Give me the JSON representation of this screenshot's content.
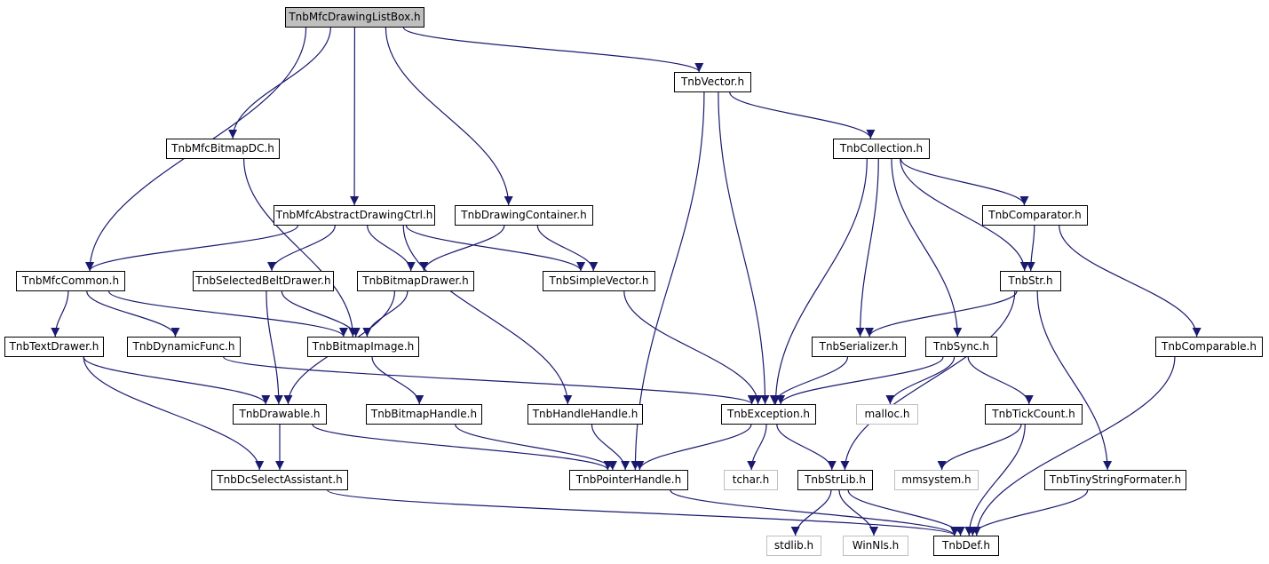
{
  "diagram": {
    "colors": {
      "edge": "#191970",
      "root_fill": "#bfbfbf",
      "external_border": "#bfbfbf",
      "node_border": "#000000"
    },
    "nodes": [
      {
        "id": "root",
        "label": "TnbMfcDrawingListBox.h",
        "kind": "root"
      },
      {
        "id": "vector",
        "label": "TnbVector.h",
        "kind": "file"
      },
      {
        "id": "bitmapdc",
        "label": "TnbMfcBitmapDC.h",
        "kind": "file"
      },
      {
        "id": "collection",
        "label": "TnbCollection.h",
        "kind": "file"
      },
      {
        "id": "abstractctrl",
        "label": "TnbMfcAbstractDrawingCtrl.h",
        "kind": "file"
      },
      {
        "id": "container",
        "label": "TnbDrawingContainer.h",
        "kind": "file"
      },
      {
        "id": "comparator",
        "label": "TnbComparator.h",
        "kind": "file"
      },
      {
        "id": "mfccommon",
        "label": "TnbMfcCommon.h",
        "kind": "file"
      },
      {
        "id": "beltdrawer",
        "label": "TnbSelectedBeltDrawer.h",
        "kind": "file"
      },
      {
        "id": "bitmapdrawer",
        "label": "TnbBitmapDrawer.h",
        "kind": "file"
      },
      {
        "id": "simplevector",
        "label": "TnbSimpleVector.h",
        "kind": "file"
      },
      {
        "id": "str",
        "label": "TnbStr.h",
        "kind": "file"
      },
      {
        "id": "textdrawer",
        "label": "TnbTextDrawer.h",
        "kind": "file"
      },
      {
        "id": "dynfunc",
        "label": "TnbDynamicFunc.h",
        "kind": "file"
      },
      {
        "id": "bitmapimage",
        "label": "TnbBitmapImage.h",
        "kind": "file"
      },
      {
        "id": "serializer",
        "label": "TnbSerializer.h",
        "kind": "file"
      },
      {
        "id": "sync",
        "label": "TnbSync.h",
        "kind": "file"
      },
      {
        "id": "comparable",
        "label": "TnbComparable.h",
        "kind": "file"
      },
      {
        "id": "drawable",
        "label": "TnbDrawable.h",
        "kind": "file"
      },
      {
        "id": "bitmaphandle",
        "label": "TnbBitmapHandle.h",
        "kind": "file"
      },
      {
        "id": "handlehandle",
        "label": "TnbHandleHandle.h",
        "kind": "file"
      },
      {
        "id": "exception",
        "label": "TnbException.h",
        "kind": "file"
      },
      {
        "id": "malloc",
        "label": "malloc.h",
        "kind": "external"
      },
      {
        "id": "tickcount",
        "label": "TnbTickCount.h",
        "kind": "file"
      },
      {
        "id": "dcselect",
        "label": "TnbDcSelectAssistant.h",
        "kind": "file"
      },
      {
        "id": "pointerhandle",
        "label": "TnbPointerHandle.h",
        "kind": "file"
      },
      {
        "id": "tchar",
        "label": "tchar.h",
        "kind": "external"
      },
      {
        "id": "strlib",
        "label": "TnbStrLib.h",
        "kind": "file"
      },
      {
        "id": "mmsystem",
        "label": "mmsystem.h",
        "kind": "external"
      },
      {
        "id": "tinystr",
        "label": "TnbTinyStringFormater.h",
        "kind": "file"
      },
      {
        "id": "stdlib",
        "label": "stdlib.h",
        "kind": "external"
      },
      {
        "id": "winnls",
        "label": "WinNls.h",
        "kind": "external"
      },
      {
        "id": "def",
        "label": "TnbDef.h",
        "kind": "file"
      }
    ],
    "edges": [
      [
        "root",
        "vector"
      ],
      [
        "root",
        "mfccommon"
      ],
      [
        "root",
        "bitmapdc"
      ],
      [
        "root",
        "abstractctrl"
      ],
      [
        "root",
        "container"
      ],
      [
        "vector",
        "collection"
      ],
      [
        "vector",
        "exception"
      ],
      [
        "vector",
        "pointerhandle"
      ],
      [
        "bitmapdc",
        "bitmapimage"
      ],
      [
        "collection",
        "comparator"
      ],
      [
        "collection",
        "str"
      ],
      [
        "collection",
        "serializer"
      ],
      [
        "collection",
        "sync"
      ],
      [
        "collection",
        "exception"
      ],
      [
        "abstractctrl",
        "mfccommon"
      ],
      [
        "abstractctrl",
        "beltdrawer"
      ],
      [
        "abstractctrl",
        "bitmapdrawer"
      ],
      [
        "abstractctrl",
        "simplevector"
      ],
      [
        "abstractctrl",
        "handlehandle"
      ],
      [
        "container",
        "bitmapdrawer"
      ],
      [
        "container",
        "simplevector"
      ],
      [
        "comparator",
        "str"
      ],
      [
        "comparator",
        "comparable"
      ],
      [
        "mfccommon",
        "textdrawer"
      ],
      [
        "mfccommon",
        "dynfunc"
      ],
      [
        "mfccommon",
        "bitmapimage"
      ],
      [
        "beltdrawer",
        "bitmapimage"
      ],
      [
        "beltdrawer",
        "drawable"
      ],
      [
        "bitmapdrawer",
        "bitmapimage"
      ],
      [
        "bitmapdrawer",
        "drawable"
      ],
      [
        "simplevector",
        "exception"
      ],
      [
        "str",
        "serializer"
      ],
      [
        "str",
        "strlib"
      ],
      [
        "str",
        "tinystr"
      ],
      [
        "textdrawer",
        "drawable"
      ],
      [
        "textdrawer",
        "dcselect"
      ],
      [
        "dynfunc",
        "exception"
      ],
      [
        "bitmapimage",
        "bitmaphandle"
      ],
      [
        "serializer",
        "exception"
      ],
      [
        "sync",
        "exception"
      ],
      [
        "sync",
        "malloc"
      ],
      [
        "sync",
        "tickcount"
      ],
      [
        "comparable",
        "def"
      ],
      [
        "drawable",
        "dcselect"
      ],
      [
        "drawable",
        "pointerhandle"
      ],
      [
        "bitmaphandle",
        "pointerhandle"
      ],
      [
        "handlehandle",
        "pointerhandle"
      ],
      [
        "exception",
        "pointerhandle"
      ],
      [
        "exception",
        "tchar"
      ],
      [
        "exception",
        "strlib"
      ],
      [
        "tickcount",
        "mmsystem"
      ],
      [
        "tickcount",
        "def"
      ],
      [
        "dcselect",
        "def"
      ],
      [
        "pointerhandle",
        "def"
      ],
      [
        "strlib",
        "stdlib"
      ],
      [
        "strlib",
        "winnls"
      ],
      [
        "strlib",
        "def"
      ],
      [
        "tinystr",
        "def"
      ]
    ]
  }
}
